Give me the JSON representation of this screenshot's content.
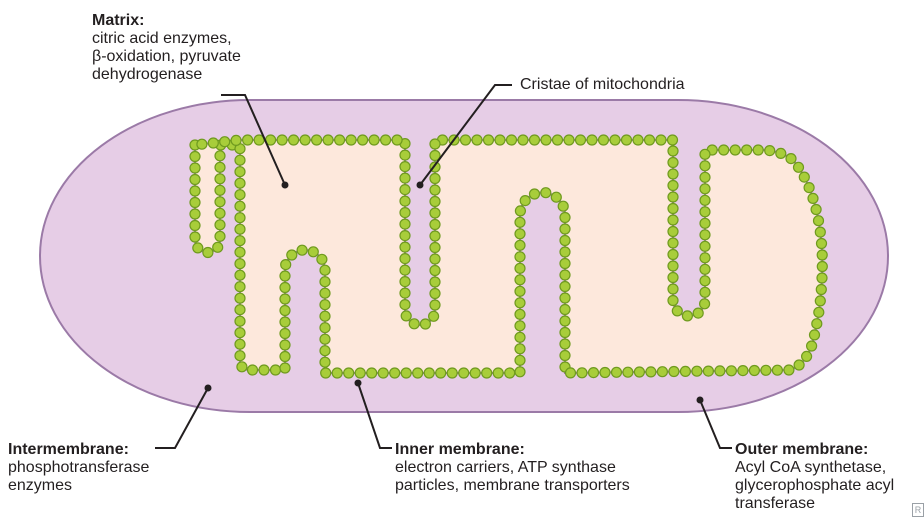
{
  "callouts": {
    "matrix": {
      "title": "Matrix:",
      "body": "citric acid enzymes,\nβ-oxidation, pyruvate\ndehydrogenase"
    },
    "cristae": {
      "title": "Cristae of mitochondria"
    },
    "intermembrane": {
      "title": "Intermembrane:",
      "body": "phosphotransferase\nenzymes"
    },
    "inner_membrane": {
      "title": "Inner membrane:",
      "body": "electron carriers, ATP synthase\nparticles, membrane transporters"
    },
    "outer_membrane": {
      "title": "Outer membrane:",
      "body": "Acyl CoA synthetase,\nglycerophosphate acyl\ntransferase"
    }
  },
  "colors": {
    "outer_membrane": "#e6cde6",
    "outer_stroke": "#9b7aa7",
    "matrix": "#fde8dc",
    "inner_stroke": "#9b7aa7",
    "particle": "#a8cd3a",
    "particle_stroke": "#6f9a1f",
    "leader": "#231f20"
  },
  "watermark": "R"
}
